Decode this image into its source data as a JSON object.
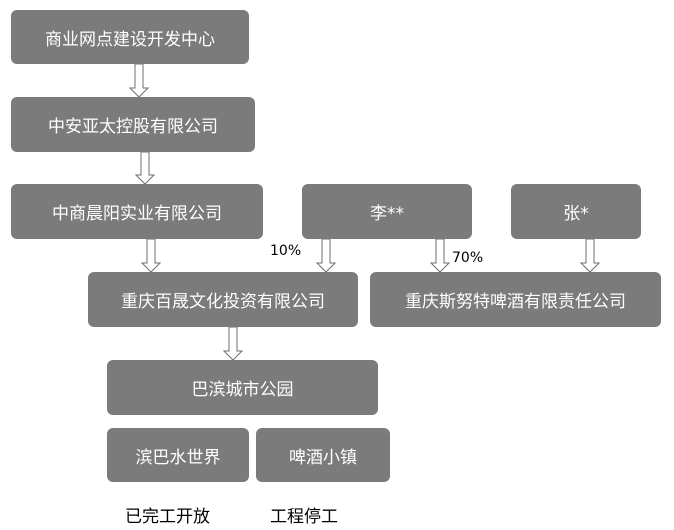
{
  "nodes": {
    "commercial_center": "商业网点建设开发中心",
    "zhongan_yatai": "中安亚太控股有限公司",
    "zhongshang_chenyang": "中商晨阳实业有限公司",
    "li": "李**",
    "zhang": "张*",
    "chongqing_baisheng": "重庆百晟文化投资有限公司",
    "chongqing_beer": "重庆斯努特啤酒有限责任公司",
    "bayu_park": "巴滨城市公园",
    "binba_water_world": "滨巴水世界",
    "beer_town": "啤酒小镇"
  },
  "edges": {
    "pct_10": "10%",
    "pct_70": "70%"
  },
  "status": {
    "water_world_status": "已完工开放",
    "beer_town_status": "工程停工"
  },
  "colors": {
    "box_fill": "#7b7b7b",
    "box_text": "#ffffff",
    "arrow_stroke": "#6f6f6f",
    "arrow_fill": "#ffffff"
  }
}
